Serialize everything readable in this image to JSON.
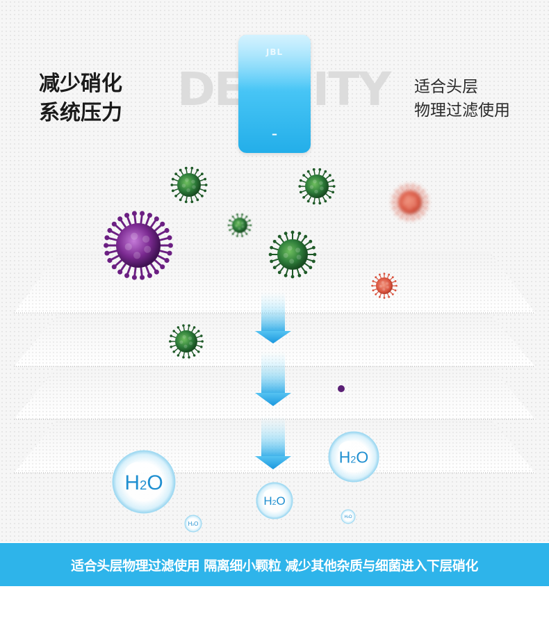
{
  "product": {
    "brand": "JBL",
    "dash": "–",
    "watermark": "DENSITY"
  },
  "headline": {
    "line1": "减少硝化",
    "line2": "系统压力"
  },
  "side_note": {
    "line1": "适合头层",
    "line2": "物理过滤使用"
  },
  "banner": {
    "text": "适合头层物理过滤使用 隔离细小颗粒 减少其他杂质与细菌进入下层硝化"
  },
  "bubbles": [
    {
      "label": "H",
      "sub": "2",
      "tail": "O"
    }
  ],
  "colors": {
    "accent": "#2eb4ea",
    "virus_green": "#2e7d3a",
    "virus_purple": "#7b2a91",
    "virus_red": "#d9533e",
    "arrow_blue": "#1fa4e6"
  },
  "icons": {
    "virus": "virus-icon",
    "arrow": "arrow-down-icon",
    "bubble": "water-bubble-icon"
  }
}
